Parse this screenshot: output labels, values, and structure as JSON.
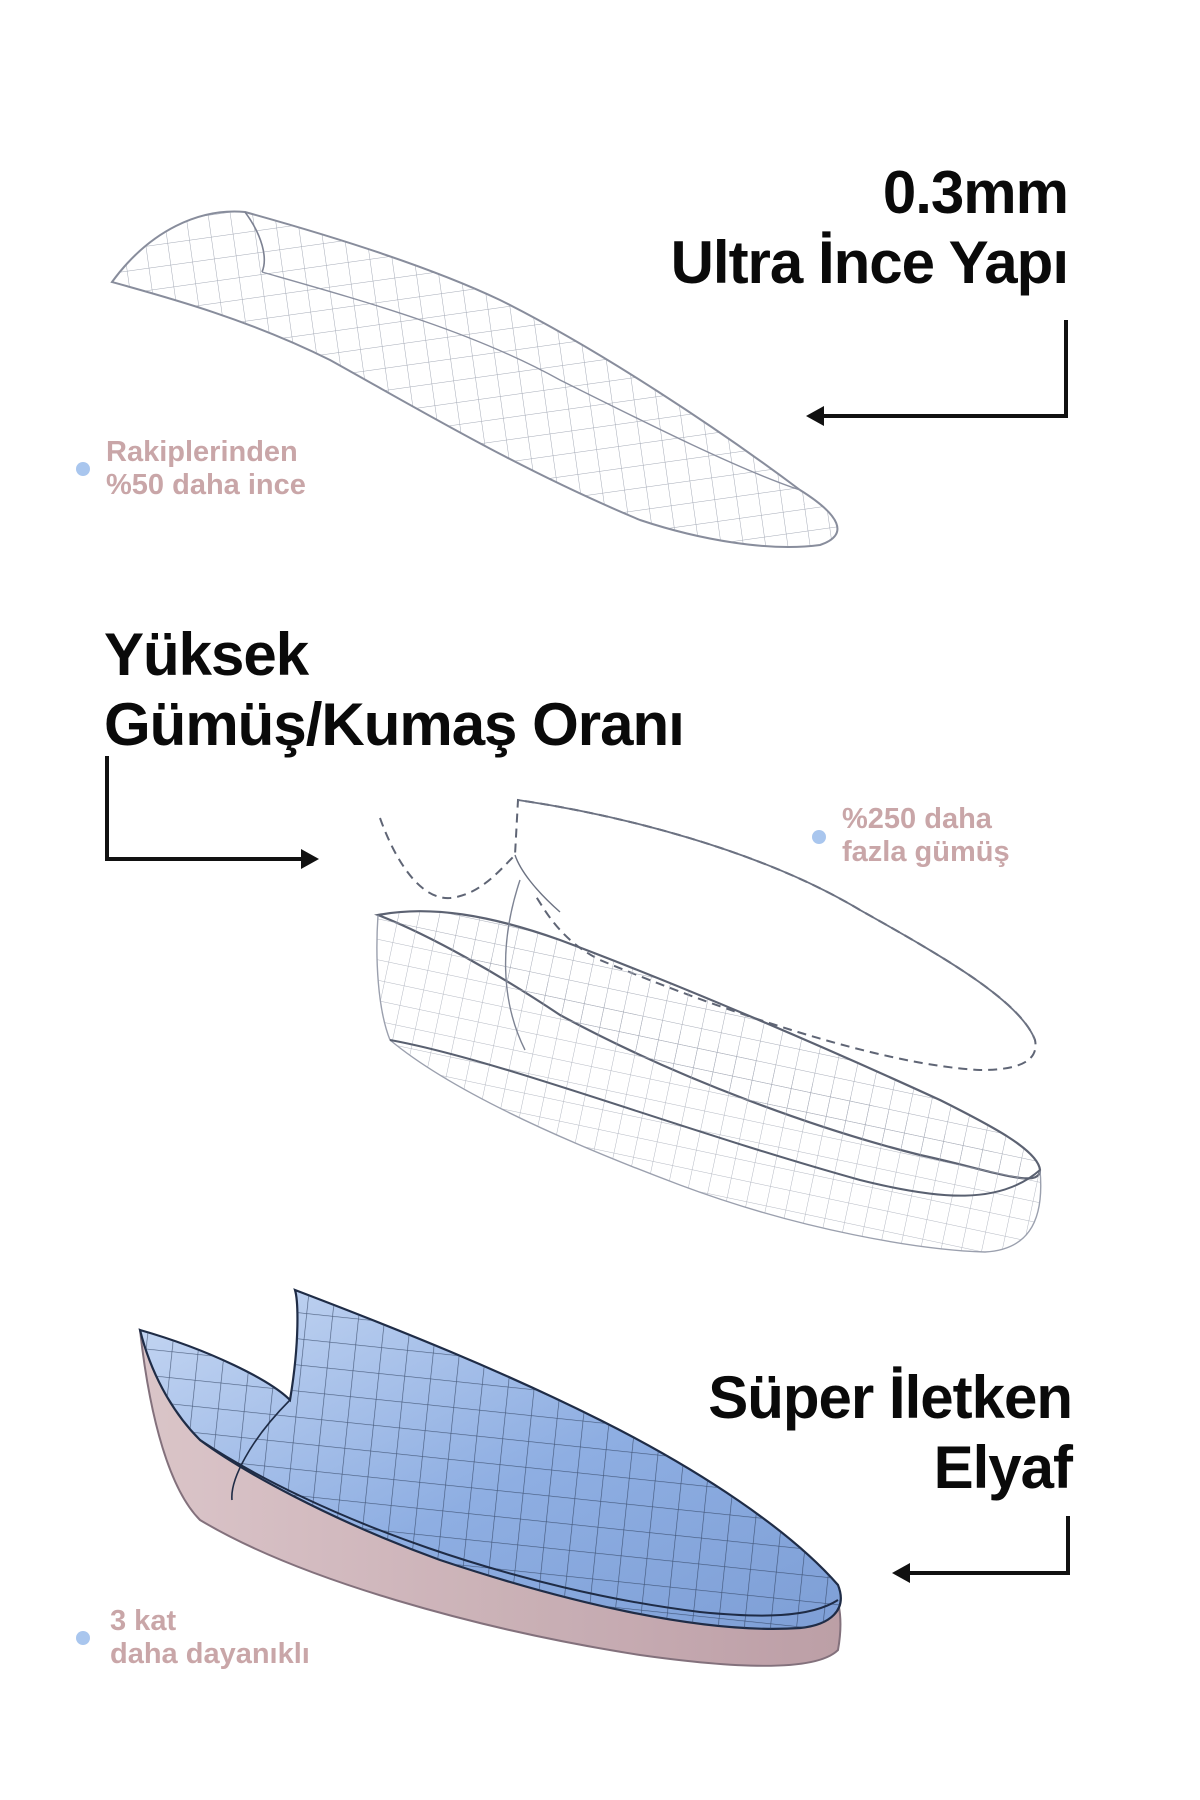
{
  "section1": {
    "title_line1": "0.3mm",
    "title_line2": "Ultra İnce Yapı",
    "note_line1": "Rakiplerinden",
    "note_line2": "%50 daha ince"
  },
  "section2": {
    "title_line1": "Yüksek",
    "title_line2": "Gümüş/Kumaş Oranı",
    "note_line1": "%250 daha",
    "note_line2": "fazla gümüş"
  },
  "section3": {
    "title_line1": "Süper İletken",
    "title_line2": "Elyaf",
    "note_line1": "3 kat",
    "note_line2": "daha dayanıklı"
  },
  "colors": {
    "heading": "#0a0a0a",
    "note_text": "#c9a6a8",
    "note_dot": "#a9c6ee",
    "insole_blue": "#8fb0e0"
  }
}
